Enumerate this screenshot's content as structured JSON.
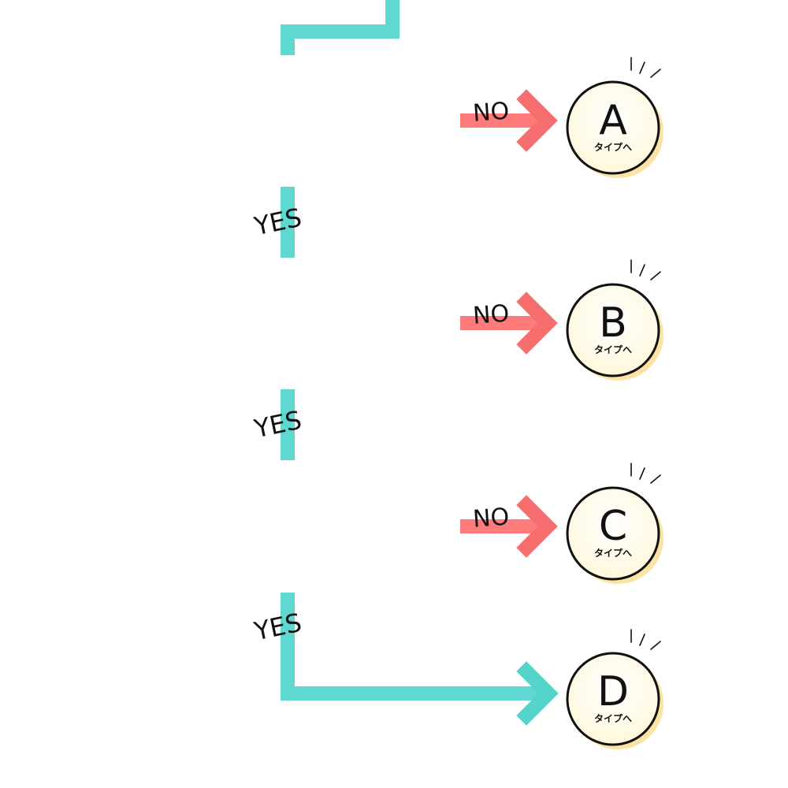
{
  "labels": {
    "yes": "YES",
    "no": "NO"
  },
  "results": [
    {
      "letter": "A",
      "subtitle": "タイプへ"
    },
    {
      "letter": "B",
      "subtitle": "タイプへ"
    },
    {
      "letter": "C",
      "subtitle": "タイプへ"
    },
    {
      "letter": "D",
      "subtitle": "タイプへ"
    }
  ],
  "colors": {
    "yes_line": "#5ed8d0",
    "yes_arrow_head": "#55d4cc",
    "no_arrow": "#ff7b7b",
    "no_arrow_head": "#f76e6e",
    "circle_fill": "#fffdf0",
    "circle_shadow": "#fbe3a4",
    "ink": "#111111"
  }
}
